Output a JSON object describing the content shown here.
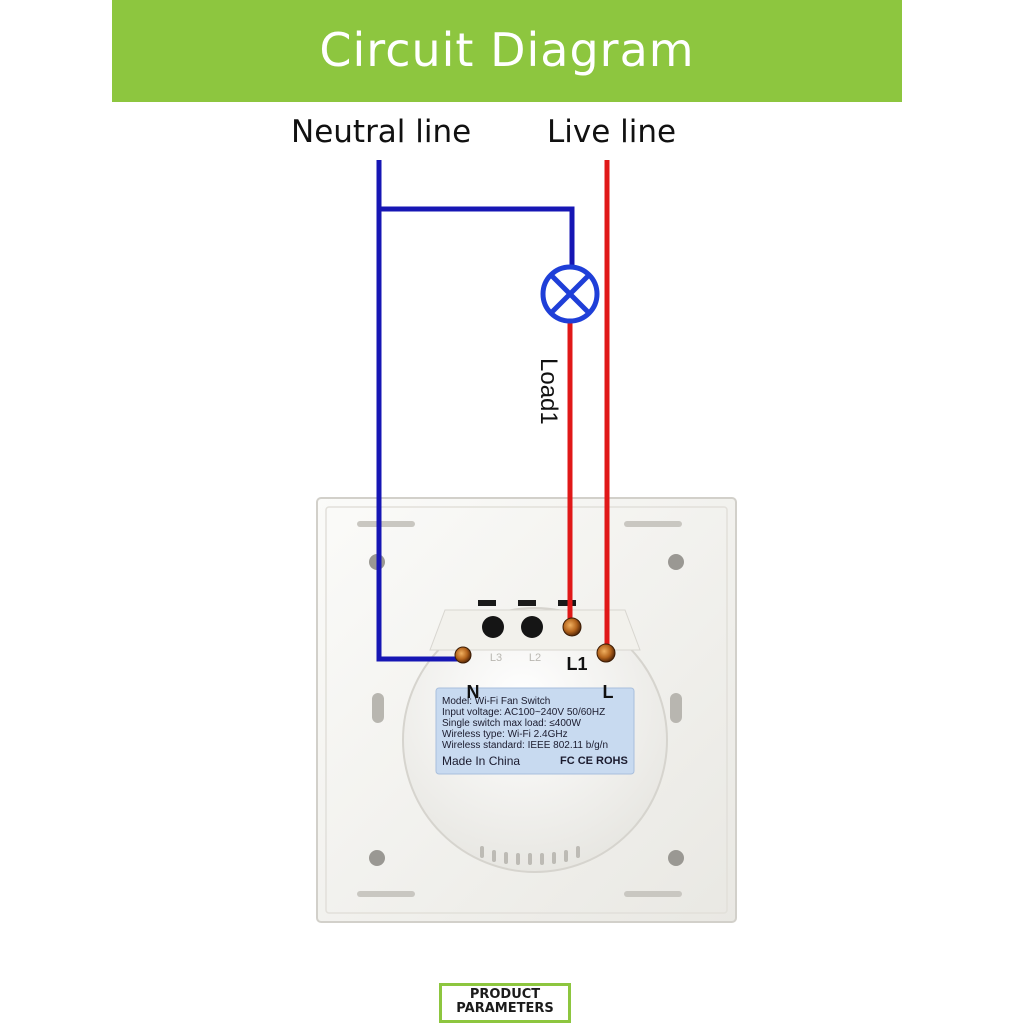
{
  "banner": {
    "title": "Circuit Diagram"
  },
  "labels": {
    "neutral": "Neutral line",
    "live": "Live line",
    "load": "Load1"
  },
  "switch": {
    "terminals": {
      "n": "N",
      "l3": "L3",
      "l2": "L2",
      "l1": "L1",
      "l": "L"
    },
    "spec_lines": [
      "Model: Wi-Fi Fan Switch",
      "Input voltage: AC100~240V  50/60HZ",
      "Single switch max load: ≤400W",
      "Wireless type: Wi-Fi 2.4GHz",
      "Wireless standard: IEEE 802.11 b/g/n"
    ],
    "origin": "Made In China",
    "certs": "FC CE ROHS"
  },
  "footer": {
    "line1": "PRODUCT",
    "line2": "PARAMETERS"
  },
  "colors": {
    "banner": "#8dc63f",
    "neutral_wire": "#1616b4",
    "live_wire": "#e01818",
    "lamp": "#1f3fd8"
  }
}
